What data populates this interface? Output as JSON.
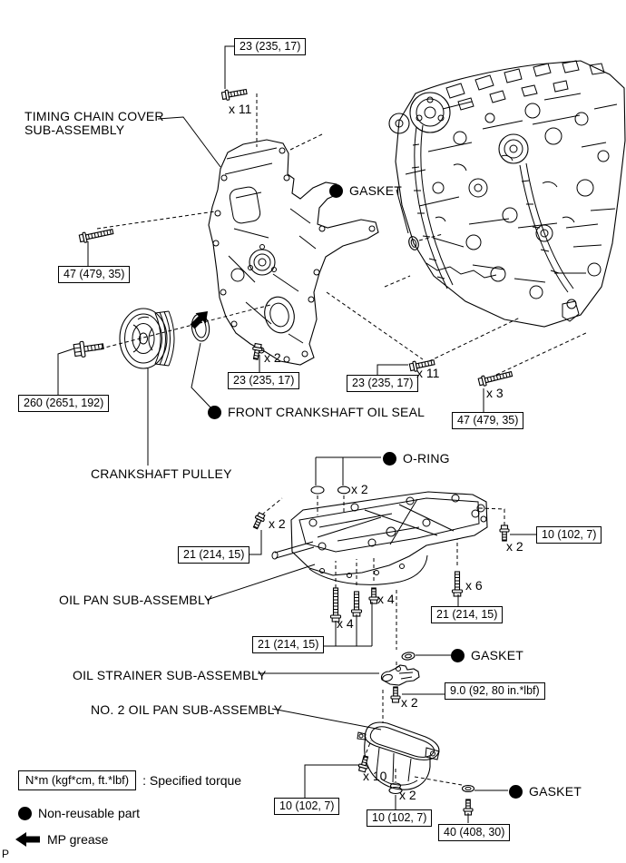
{
  "labels": {
    "timing_chain_cover_line1": "TIMING CHAIN COVER",
    "timing_chain_cover_line2": "SUB-ASSEMBLY",
    "gasket_top": "GASKET",
    "front_crankshaft_oil_seal": "FRONT CRANKSHAFT OIL SEAL",
    "crankshaft_pulley": "CRANKSHAFT PULLEY",
    "o_ring": "O-RING",
    "oil_pan": "OIL PAN SUB-ASSEMBLY",
    "gasket_mid": "GASKET",
    "oil_strainer": "OIL STRAINER SUB-ASSEMBLY",
    "no2_oil_pan": "NO. 2 OIL PAN SUB-ASSEMBLY",
    "gasket_bottom": "GASKET"
  },
  "torques": {
    "top_cover_bolts": "23 (235, 17)",
    "left_bracket_bolt": "47 (479, 35)",
    "pulley_bolt": "260 (2651, 192)",
    "cover_lower_bolts": "23 (235, 17)",
    "cover_side_bolts": "23 (235, 17)",
    "right_bracket_bolts": "47 (479, 35)",
    "oil_pan_side_bolts": "21 (214, 15)",
    "oil_pan_end_bolts": "10 (102, 7)",
    "oil_pan_x6_bolts": "21 (214, 15)",
    "oil_pan_x4_bolts": "21 (214, 15)",
    "strainer_bolts": "9.0 (92, 80 in.*lbf)",
    "no2_pan_bolts": "10 (102, 7)",
    "no2_pan_x2_bolts": "10 (102, 7)",
    "drain_plug": "40 (408, 30)"
  },
  "quantities": {
    "top_cover": "x 11",
    "seal_area": "x 2",
    "cover_side": "x 11",
    "right_bracket": "x 3",
    "o_rings": "x 2",
    "pan_left": "x 2",
    "pan_right": "x 2",
    "pan_x4_upper": "x 4",
    "pan_x4_lower": "x 4",
    "pan_x6": "x 6",
    "strainer": "x 2",
    "no2_pan": "x 10",
    "no2_pan_lower": "x 2"
  },
  "legend": {
    "torque_unit": "N*m (kgf*cm, ft.*lbf)",
    "torque_label": ": Specified torque",
    "non_reusable": "Non-reusable part",
    "mp_grease": "MP grease",
    "corner_mark": "P"
  },
  "colors": {
    "line": "#000000",
    "background": "#ffffff"
  }
}
